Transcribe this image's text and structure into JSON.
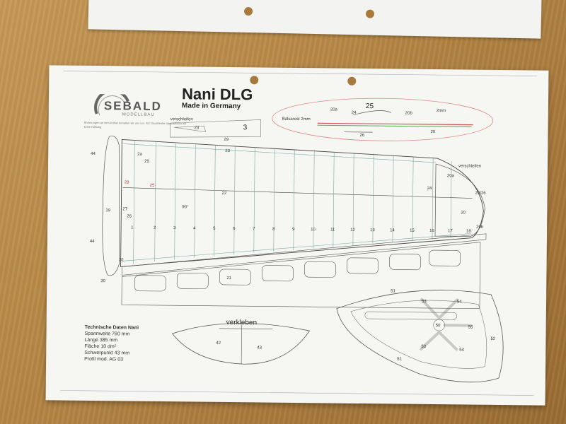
{
  "scene": {
    "description_labels": {
      "brand": "SEBALD",
      "brand_sub": "MODELLBAU",
      "title": "Nani DLG",
      "subtitle": "Made in Germany",
      "note": "Änderungen an dem Artikel behalten wir uns vor. Für Druckfehler übernehmen wir keine Haftung."
    },
    "labels": {
      "verschleifen_top": "verschleifen",
      "verschleifen_right": "verschleifen",
      "balsarest": "Balsarest 2mm",
      "mm2": "2mm",
      "verkleben": "verkleben",
      "part3": "3"
    },
    "numbers": {
      "n23a": "23",
      "n29a": "29",
      "n20a": "20a",
      "n24a": "24",
      "n25": "25",
      "n20b": "20b",
      "n26": "26",
      "n20c": "20",
      "n44a": "44",
      "n2a": "2a",
      "n29": "29",
      "n23": "23",
      "n28": "28",
      "n25b": "25",
      "n22": "22",
      "n19": "19",
      "n27": "27",
      "n26b": "26",
      "n90": "90°",
      "n44b": "44",
      "n31": "31",
      "n30": "30",
      "n21": "21",
      "n20a2": "20a",
      "n24b": "24",
      "n2526": "25/26",
      "n20d": "20",
      "n20b2": "20b",
      "r1": "1",
      "r2": "2",
      "r3": "3",
      "r4": "4",
      "r5": "5",
      "r6": "6",
      "r7": "7",
      "r8": "8",
      "r9": "9",
      "r10": "10",
      "r11": "11",
      "r12": "12",
      "r13": "13",
      "r14": "14",
      "r15": "15",
      "r16": "16",
      "r17": "17",
      "r18": "18",
      "n51a": "51",
      "n53a": "53",
      "n54a": "54",
      "n50": "50",
      "n55": "55",
      "n53b": "53",
      "n54b": "54",
      "n52": "52",
      "n51b": "51",
      "n42": "42",
      "n43": "43"
    },
    "tech": {
      "head": "Technische Daten Nani",
      "spannweite": "Spannweite   760 mm",
      "laenge": "Länge   385 mm",
      "flaeche": "Fläche   10 dm²",
      "schwerpunkt": "Schwerpunkt   43 mm",
      "profil": "Profil   mod. AG 03"
    }
  }
}
